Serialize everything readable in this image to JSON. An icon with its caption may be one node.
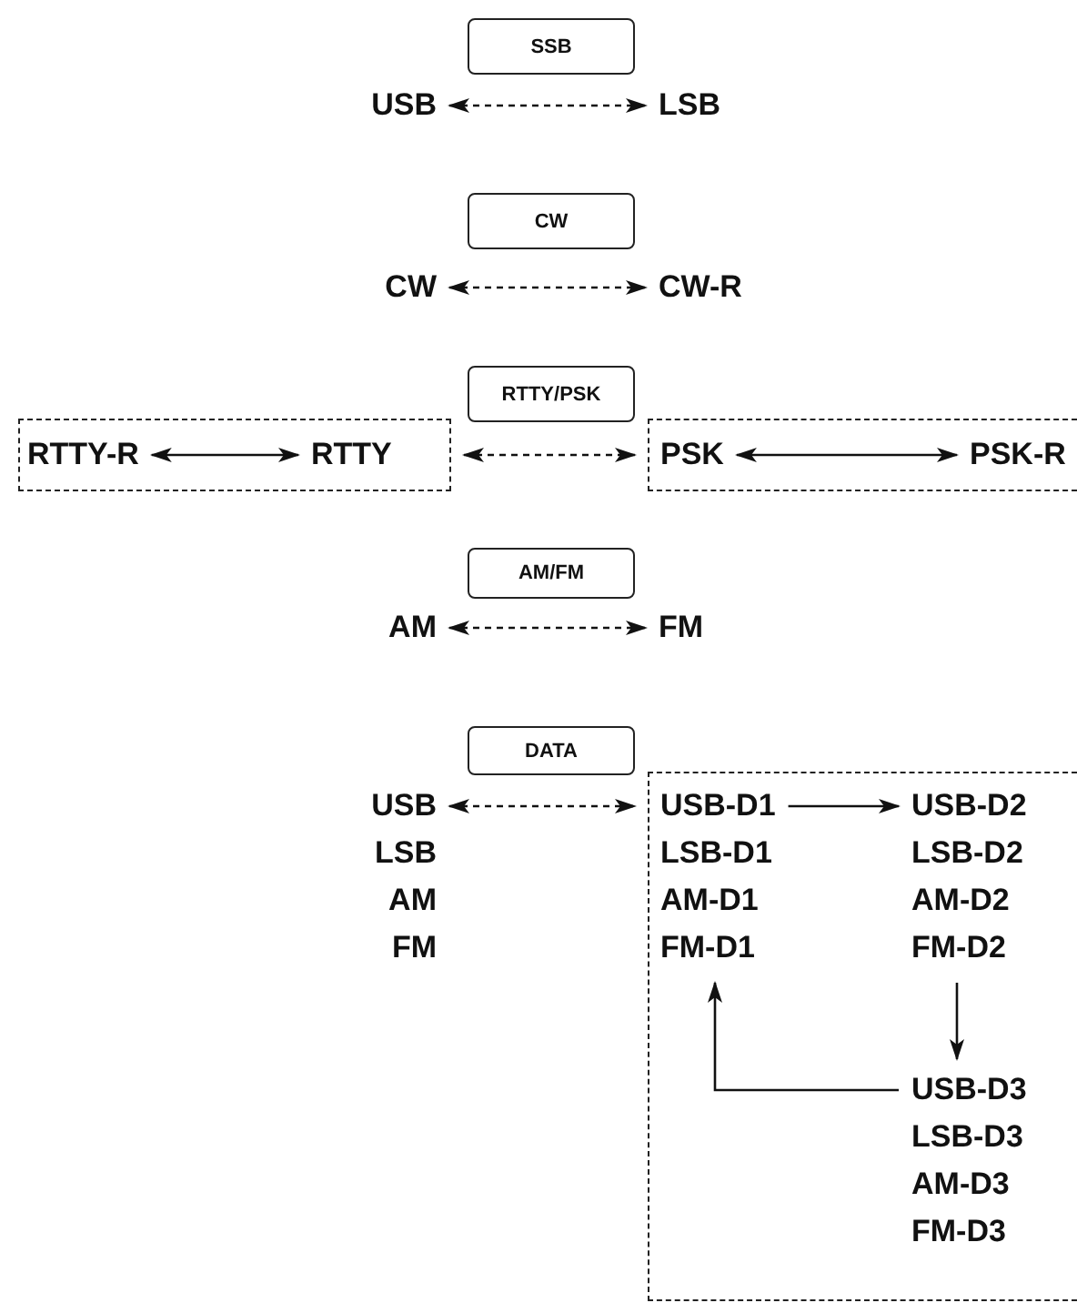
{
  "diagram": {
    "nodes": [
      {
        "text": [
          "SSB"
        ]
      },
      {
        "text": [
          "USB"
        ]
      },
      {
        "text": [
          "LSB"
        ]
      },
      {
        "text": [
          "CW"
        ]
      },
      {
        "text": [
          "CW"
        ]
      },
      {
        "text": [
          "CW-R"
        ]
      },
      {
        "text": [
          "RTTY/PSK"
        ]
      },
      {
        "text": [],
        "shape": "box"
      },
      {
        "text": [
          "RTTY-R"
        ],
        "in": 7
      },
      {
        "text": [
          "RTTY"
        ],
        "in": 7
      },
      {
        "text": [],
        "shape": "box"
      },
      {
        "text": [
          "PSK"
        ],
        "in": 10
      },
      {
        "text": [
          "PSK-R"
        ],
        "in": 10
      },
      {
        "text": [
          "AM/FM"
        ]
      },
      {
        "text": [
          "AM"
        ]
      },
      {
        "text": [
          "FM"
        ]
      },
      {
        "text": [
          "DATA"
        ]
      },
      {
        "text": [
          "USB",
          "LSB",
          "AM",
          "FM"
        ]
      },
      {
        "text": [],
        "shape": "box"
      },
      {
        "text": [
          "USB-D1",
          "LSB-D1",
          "AM-D1",
          "FM-D1"
        ],
        "in": 18
      },
      {
        "text": [
          "USB-D2",
          "LSB-D2",
          "AM-D2",
          "FM-D2"
        ],
        "in": 18
      },
      {
        "text": [
          "USB-D3",
          "LSB-D3",
          "AM-D3",
          "FM-D3"
        ],
        "in": 18
      }
    ],
    "edges": [
      {
        "from": 1,
        "to": 2,
        "arrow": "both",
        "style": "dashed"
      },
      {
        "from": 4,
        "to": 5,
        "arrow": "both",
        "style": "dashed"
      },
      {
        "from": 8,
        "to": 9,
        "arrow": "both"
      },
      {
        "from": 7,
        "to": 10,
        "arrow": "both",
        "style": "dashed"
      },
      {
        "from": 11,
        "to": 12,
        "arrow": "both"
      },
      {
        "from": 14,
        "to": 15,
        "arrow": "both",
        "style": "dashed"
      },
      {
        "from": 17,
        "to": 18,
        "arrow": "both",
        "style": "dashed"
      },
      {
        "from": 19,
        "to": 20,
        "arrow": "to"
      },
      {
        "from": 20,
        "to": 21,
        "arrow": "to"
      },
      {
        "from": 21,
        "to": 19,
        "arrow": "to"
      }
    ]
  }
}
